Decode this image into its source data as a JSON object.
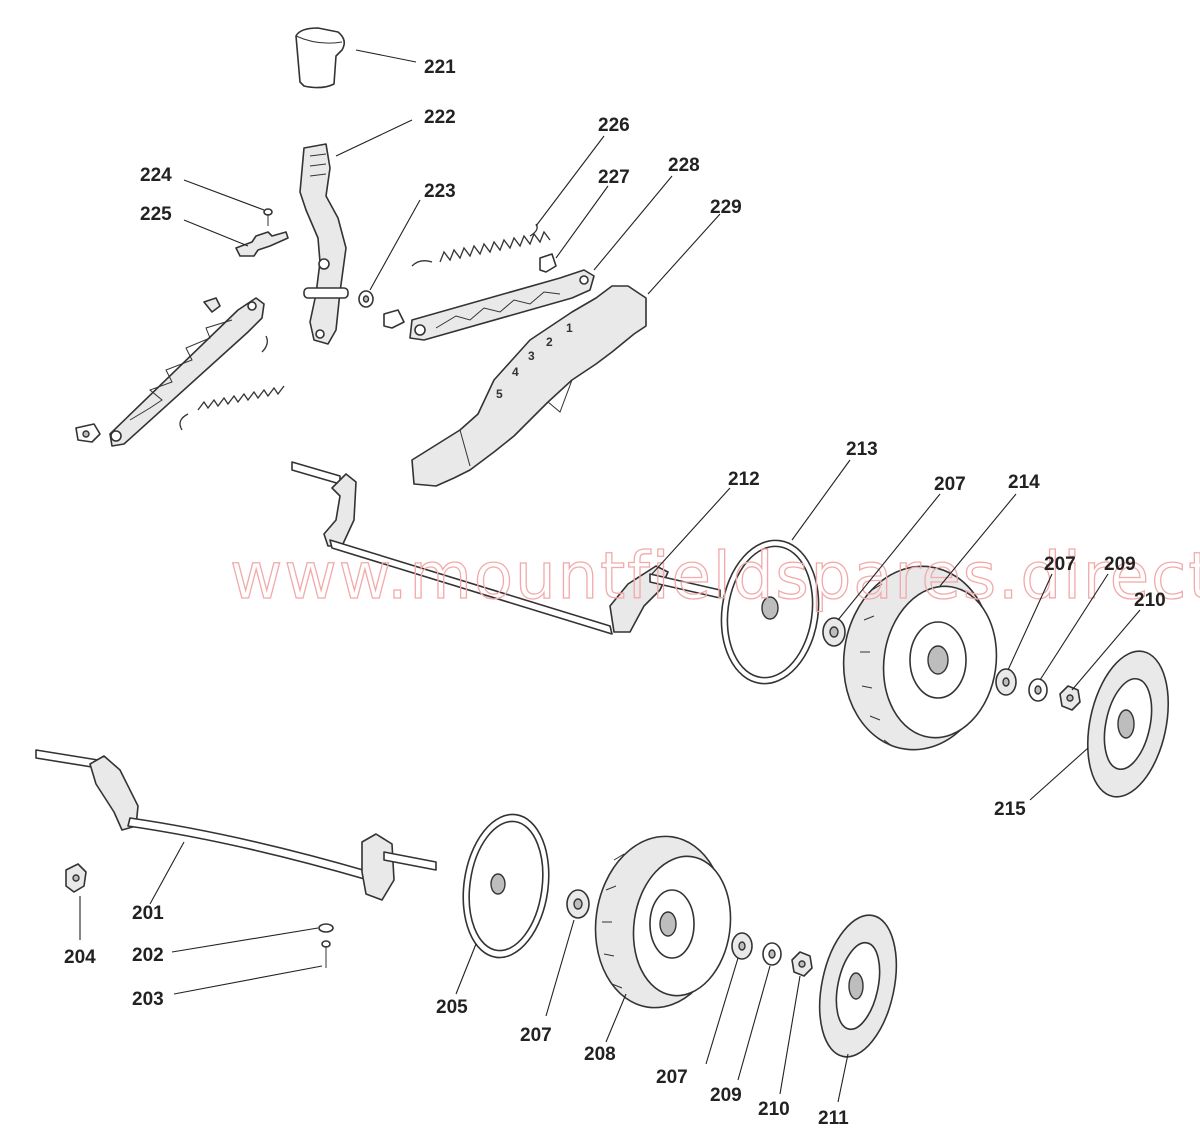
{
  "watermark": "www.mountfieldspares.direct",
  "height_scale": [
    "1",
    "2",
    "3",
    "4",
    "5"
  ],
  "labels": {
    "l221": "221",
    "l222": "222",
    "l223": "223",
    "l224": "224",
    "l225": "225",
    "l226": "226",
    "l227": "227",
    "l228": "228",
    "l229": "229",
    "l212": "212",
    "l213": "213",
    "l207a": "207",
    "l214": "214",
    "l207b": "207",
    "l209a": "209",
    "l210a": "210",
    "l215": "215",
    "l201": "201",
    "l204": "204",
    "l202": "202",
    "l203": "203",
    "l205": "205",
    "l207c": "207",
    "l208": "208",
    "l207d": "207",
    "l209b": "209",
    "l210b": "210",
    "l211": "211"
  }
}
